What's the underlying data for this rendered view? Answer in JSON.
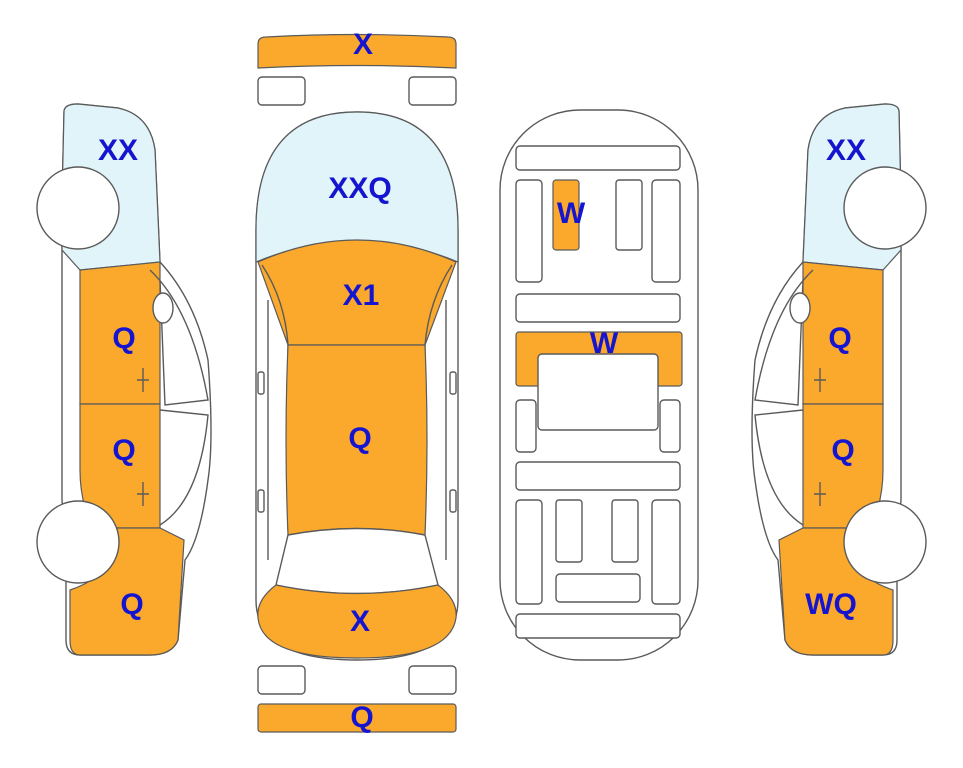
{
  "colors": {
    "damaged": "#FBA92D",
    "glass": "#E0F4FA",
    "label": "#1515D0",
    "outline": "#5a5a5a"
  },
  "panels": {
    "front_bumper": "X",
    "rear_bumper": "Q",
    "windshield": "XXQ",
    "hood": "X1",
    "roof": "Q",
    "trunk": "X",
    "floor_front": "W",
    "floor_middle": "W",
    "left_front_glass": "XX",
    "left_front_door": "Q",
    "left_rear_door": "Q",
    "left_rear_quarter": "Q",
    "right_front_glass": "XX",
    "right_front_door": "Q",
    "right_rear_door": "Q",
    "right_rear_quarter": "WQ"
  }
}
